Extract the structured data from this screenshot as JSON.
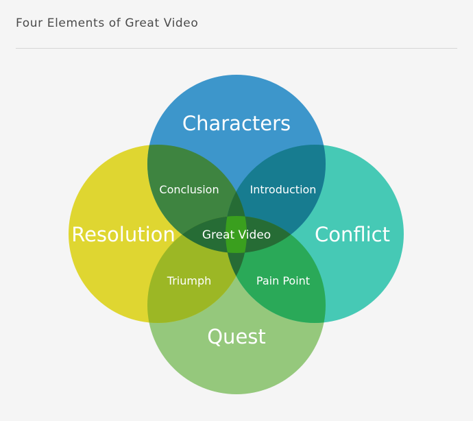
{
  "title": "Four Elements of Great Video",
  "diagram": {
    "circles": {
      "top": {
        "label": "Characters",
        "color": "#3d96cb"
      },
      "left": {
        "label": "Resolution",
        "color": "#dfd631"
      },
      "right": {
        "label": "Conflict",
        "color": "#46c9b5"
      },
      "bottom": {
        "label": "Quest",
        "color": "#95c87c"
      }
    },
    "overlaps": {
      "top_left": {
        "label": "Conclusion",
        "color": "#3e8440"
      },
      "top_right": {
        "label": "Introduction",
        "color": "#177c90"
      },
      "bottom_left": {
        "label": "Triumph",
        "color": "#9cb725"
      },
      "bottom_right": {
        "label": "Pain Point",
        "color": "#2aa958"
      }
    },
    "center": {
      "label": "Great Video",
      "color": "#266c35",
      "core_color": "#3a9f1e"
    }
  }
}
